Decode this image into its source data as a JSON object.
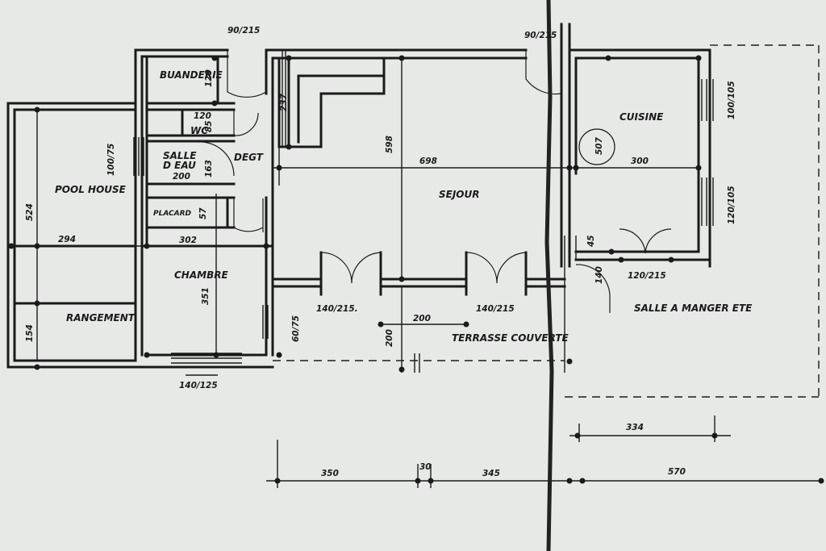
{
  "rooms": {
    "buanderie": "BUANDERIE",
    "wc": "WC",
    "salle_line1": "SALLE",
    "salle_line2": "D EAU",
    "degt": "DEGT",
    "pool_house": "POOL HOUSE",
    "placard": "PLACARD",
    "chambre": "CHAMBRE",
    "rangement": "RANGEMENT",
    "sejour": "SEJOUR",
    "cuisine": "CUISINE",
    "salle_a_manger": "SALLE A MANGER ETE",
    "terrasse": "TERRASSE COUVERTE"
  },
  "dimensions": {
    "d_90_215_left": "90/215",
    "d_90_215_right": "90/215",
    "d_129": "129",
    "d_120": "120",
    "d_85": "85",
    "d_237": "237",
    "d_100_75": "100/75",
    "d_200_salle": "200",
    "d_163": "163",
    "d_598": "598",
    "d_698": "698",
    "d_507": "507",
    "d_300": "300",
    "d_100_105": "100/105",
    "d_120_105": "120/105",
    "d_524": "524",
    "d_57": "57",
    "d_294": "294",
    "d_302": "302",
    "d_351": "351",
    "d_45": "45",
    "d_140_v": "140",
    "d_120_215": "120/215",
    "d_154": "154",
    "d_60_75": "60/75",
    "d_140_215_a": "140/215.",
    "d_140_215_b": "140/215",
    "d_200_terrasse": "200",
    "d_200_vert": "200",
    "d_140_125": "140/125",
    "d_334": "334",
    "d_350": "350",
    "d_30": "30",
    "d_345": "345",
    "d_570": "570"
  }
}
